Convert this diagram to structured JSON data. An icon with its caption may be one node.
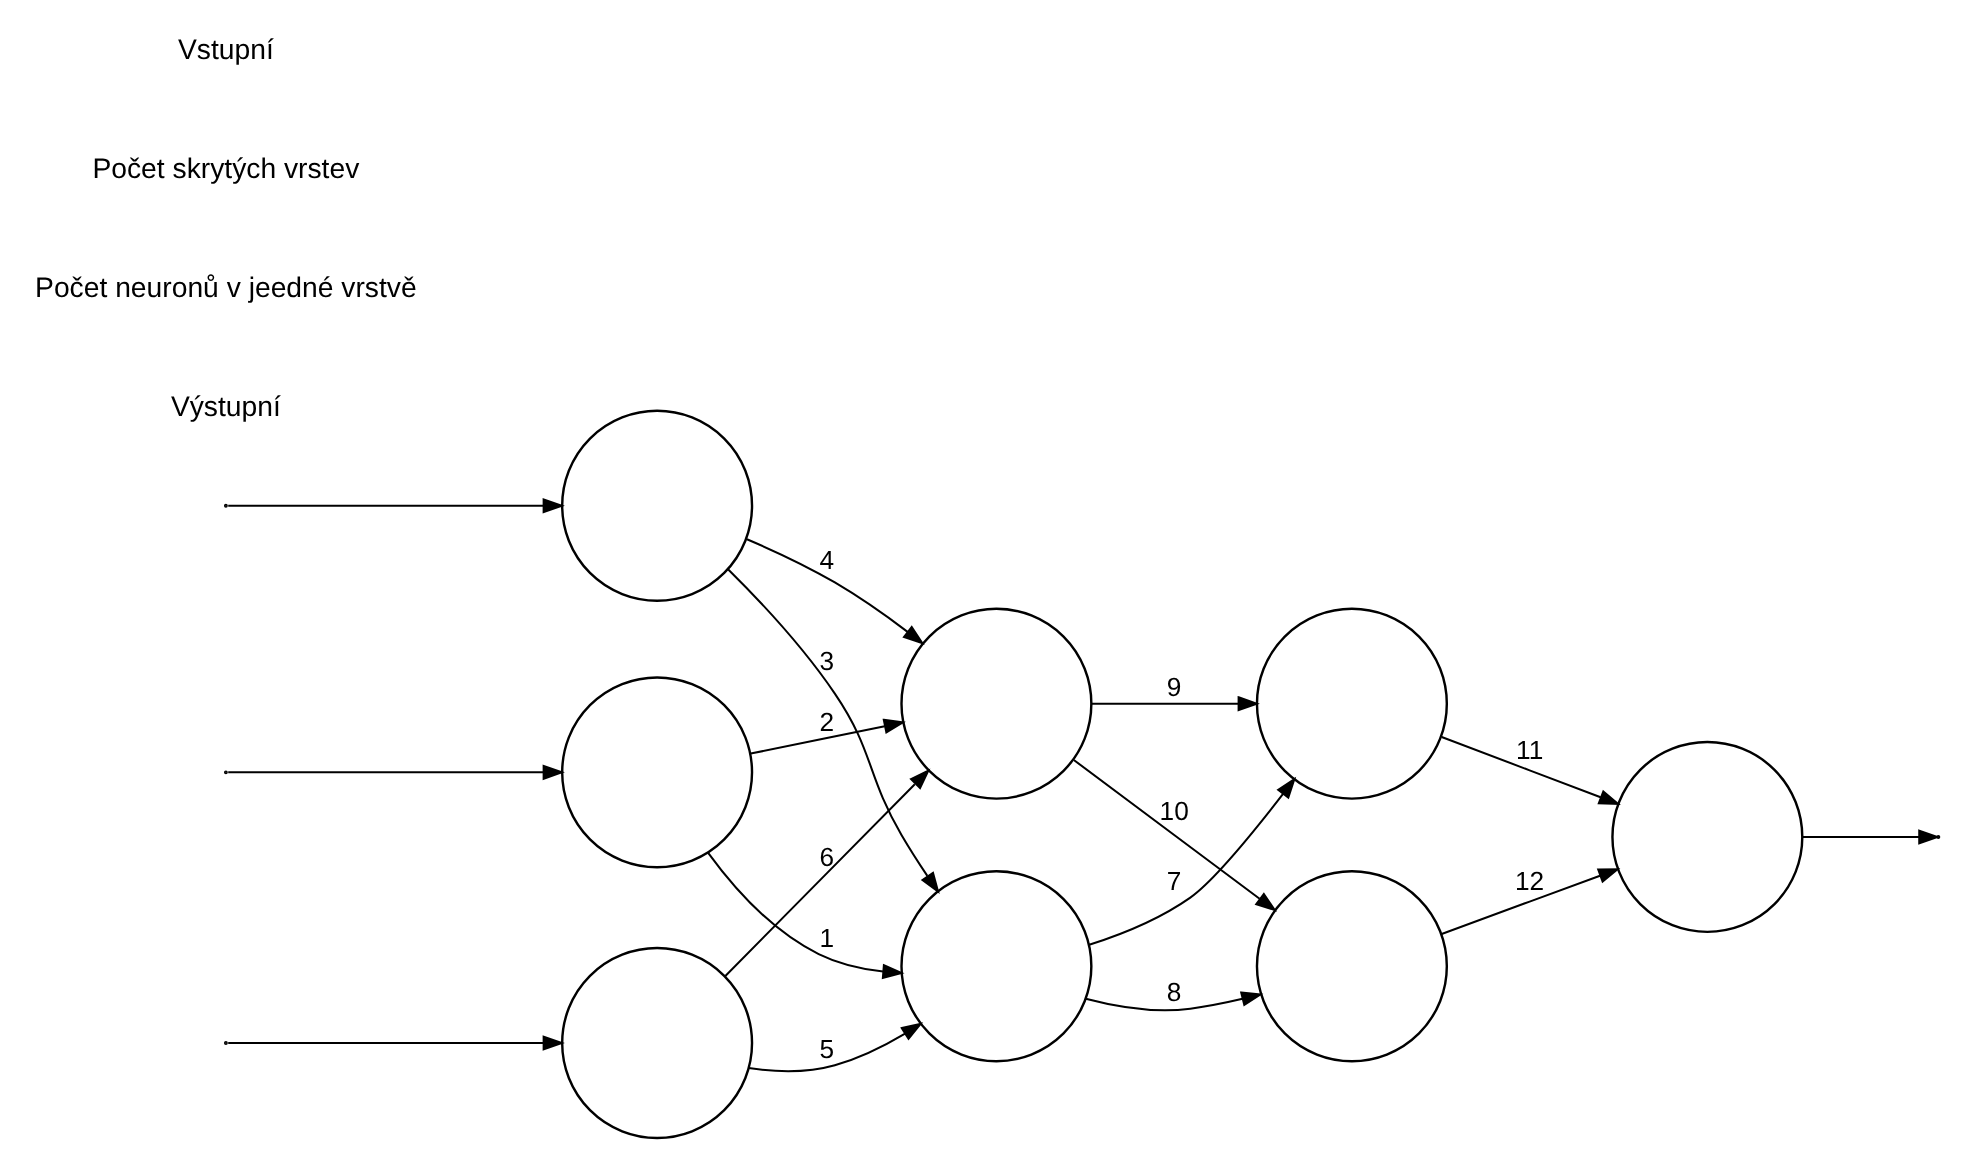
{
  "diagram": {
    "nodes": [
      {
        "text": [],
        "shape": "circle"
      },
      {
        "text": [],
        "shape": "circle"
      },
      {
        "text": [],
        "shape": "circle"
      },
      {
        "text": [],
        "shape": "circle"
      },
      {
        "text": [],
        "shape": "circle"
      },
      {
        "text": [],
        "shape": "circle"
      },
      {
        "text": [],
        "shape": "circle"
      },
      {
        "text": [],
        "shape": "circle"
      }
    ],
    "edges": [
      {
        "from": null,
        "to": 0,
        "arrow": "to"
      },
      {
        "from": null,
        "to": 1,
        "arrow": "to"
      },
      {
        "from": null,
        "to": 2,
        "arrow": "to"
      },
      {
        "from": 0,
        "to": 3,
        "arrow": "to",
        "label": "1"
      },
      {
        "from": 0,
        "to": 4,
        "arrow": "to",
        "label": "2"
      },
      {
        "from": 1,
        "to": 3,
        "arrow": "to",
        "label": "3"
      },
      {
        "from": 1,
        "to": 4,
        "arrow": "to",
        "label": "4"
      },
      {
        "from": 2,
        "to": 3,
        "arrow": "to",
        "label": "5"
      },
      {
        "from": 2,
        "to": 4,
        "arrow": "to",
        "label": "6"
      },
      {
        "from": 3,
        "to": 5,
        "arrow": "to",
        "label": "7"
      },
      {
        "from": 3,
        "to": 6,
        "arrow": "to",
        "label": "8"
      },
      {
        "from": 4,
        "to": 5,
        "arrow": "to",
        "label": "9"
      },
      {
        "from": 4,
        "to": 6,
        "arrow": "to",
        "label": "10"
      },
      {
        "from": 5,
        "to": 7,
        "arrow": "to",
        "label": "11"
      },
      {
        "from": 6,
        "to": 7,
        "arrow": "to",
        "label": "12"
      },
      {
        "from": 7,
        "to": null,
        "arrow": "to"
      }
    ],
    "labels": [
      "Výstupní",
      "Počet neuronů v jeedné vrstvě",
      "Počet skrytých vrstev",
      "Vstupní"
    ]
  }
}
